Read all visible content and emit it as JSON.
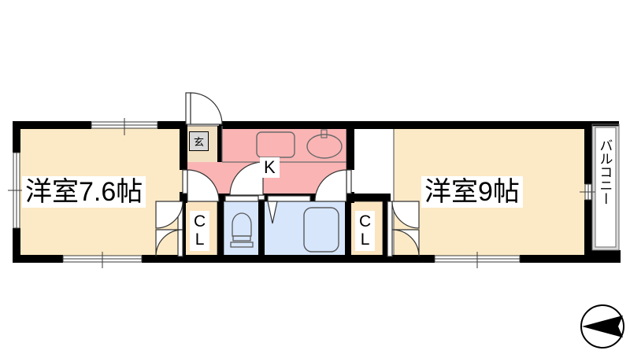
{
  "plan": {
    "title": "Apartment floor plan",
    "rooms": [
      {
        "id": "room-left",
        "label": "洋室7.6帖",
        "type": "western-room",
        "fill": "#fceac6"
      },
      {
        "id": "room-right",
        "label": "洋室9帖",
        "type": "western-room",
        "fill": "#fceac6"
      },
      {
        "id": "kitchen",
        "label": "K",
        "type": "kitchen",
        "fill": "#fab4b4"
      },
      {
        "id": "entrance",
        "label": "玄",
        "type": "entrance",
        "fill": "#d9d9d9"
      },
      {
        "id": "closet-left",
        "label": "CL",
        "type": "closet",
        "fill": "#fceac6"
      },
      {
        "id": "closet-right",
        "label": "CL",
        "type": "closet",
        "fill": "#fceac6"
      },
      {
        "id": "toilet",
        "label": "",
        "type": "toilet",
        "fill": "#d7e6fb"
      },
      {
        "id": "bath",
        "label": "",
        "type": "bathroom",
        "fill": "#d7e6fb"
      },
      {
        "id": "balcony",
        "label": "バルコニー",
        "type": "balcony",
        "fill": "#d9d9d9"
      }
    ],
    "fixtures": [
      {
        "name": "stove",
        "room": "kitchen"
      },
      {
        "name": "sink",
        "room": "kitchen"
      },
      {
        "name": "toilet-bowl",
        "room": "toilet"
      },
      {
        "name": "bathtub",
        "room": "bath"
      }
    ],
    "doors": [
      {
        "name": "entrance-door",
        "swing": "out-top"
      },
      {
        "name": "kitchen-to-room-left-door",
        "swing": "in"
      },
      {
        "name": "kitchen-hall-door",
        "swing": "in"
      },
      {
        "name": "kitchen-to-room-right-door",
        "swing": "in"
      },
      {
        "name": "closet-left-doors",
        "type": "double-folding"
      },
      {
        "name": "closet-right-doors",
        "type": "double-folding"
      },
      {
        "name": "toilet-door",
        "type": "sliding"
      },
      {
        "name": "bath-door",
        "type": "sliding"
      }
    ],
    "windows": [
      {
        "name": "window-room-left-top"
      },
      {
        "name": "window-room-left-bottom"
      },
      {
        "name": "window-room-left-west"
      },
      {
        "name": "window-room-right-bottom"
      },
      {
        "name": "window-balcony-east"
      }
    ],
    "compass": {
      "name": "compass-rose",
      "points": "west"
    },
    "colors": {
      "wall": "#000000",
      "room_fill": "#fceac6",
      "kitchen_fill": "#fab4b4",
      "water_fill": "#d7e6fb",
      "balcony_fill": "#d9d9d9",
      "outline": "#5a5a5a",
      "background": "#ffffff"
    }
  }
}
